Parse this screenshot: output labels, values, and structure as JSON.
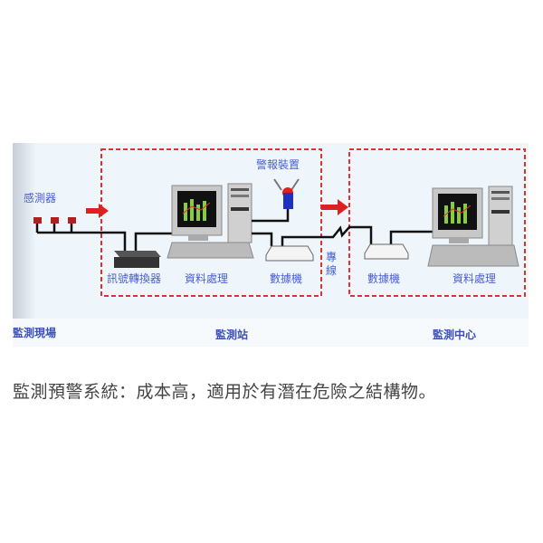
{
  "diagram": {
    "sensor_label": "感測器",
    "alarm_label": "警報裝置",
    "converter_label": "訊號轉換器",
    "processing_label_station": "資料處理",
    "modem_label_station": "數據機",
    "dedicated_line_label": [
      "專",
      "線"
    ],
    "modem_label_center": "數據機",
    "processing_label_center": "資料處理",
    "zone_site": "監測現場",
    "zone_station": "監測站",
    "zone_center": "監測中心",
    "colors": {
      "dashed_box": "#e03030",
      "label": "#4a5fd0",
      "background": "#eef6fc",
      "arrow": "#e02020"
    }
  },
  "caption": "監測預警系統：成本高，適用於有潛在危險之結構物。"
}
